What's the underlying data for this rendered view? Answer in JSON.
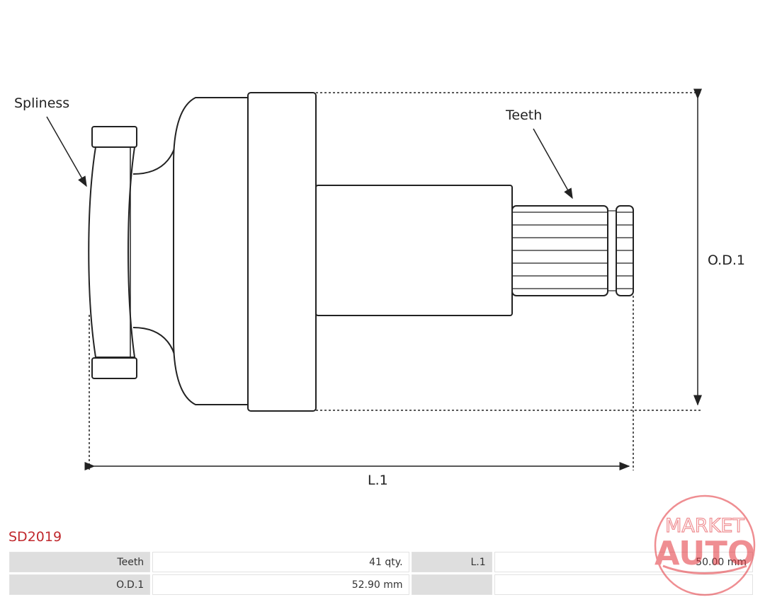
{
  "diagram": {
    "labels": {
      "spliness": "Spliness",
      "teeth": "Teeth",
      "od1": "O.D.1",
      "l1": "L.1"
    }
  },
  "part_number": "SD2019",
  "specs": {
    "rows": [
      [
        {
          "key": "Teeth",
          "value": "41 qty."
        },
        {
          "key": "L.1",
          "value": "50.00 mm"
        }
      ],
      [
        {
          "key": "O.D.1",
          "value": "52.90 mm"
        },
        {
          "key": "",
          "value": ""
        }
      ]
    ]
  },
  "watermark": {
    "top_text": "MARKET",
    "bottom_text": "AUTO",
    "color": "#e2323a"
  }
}
